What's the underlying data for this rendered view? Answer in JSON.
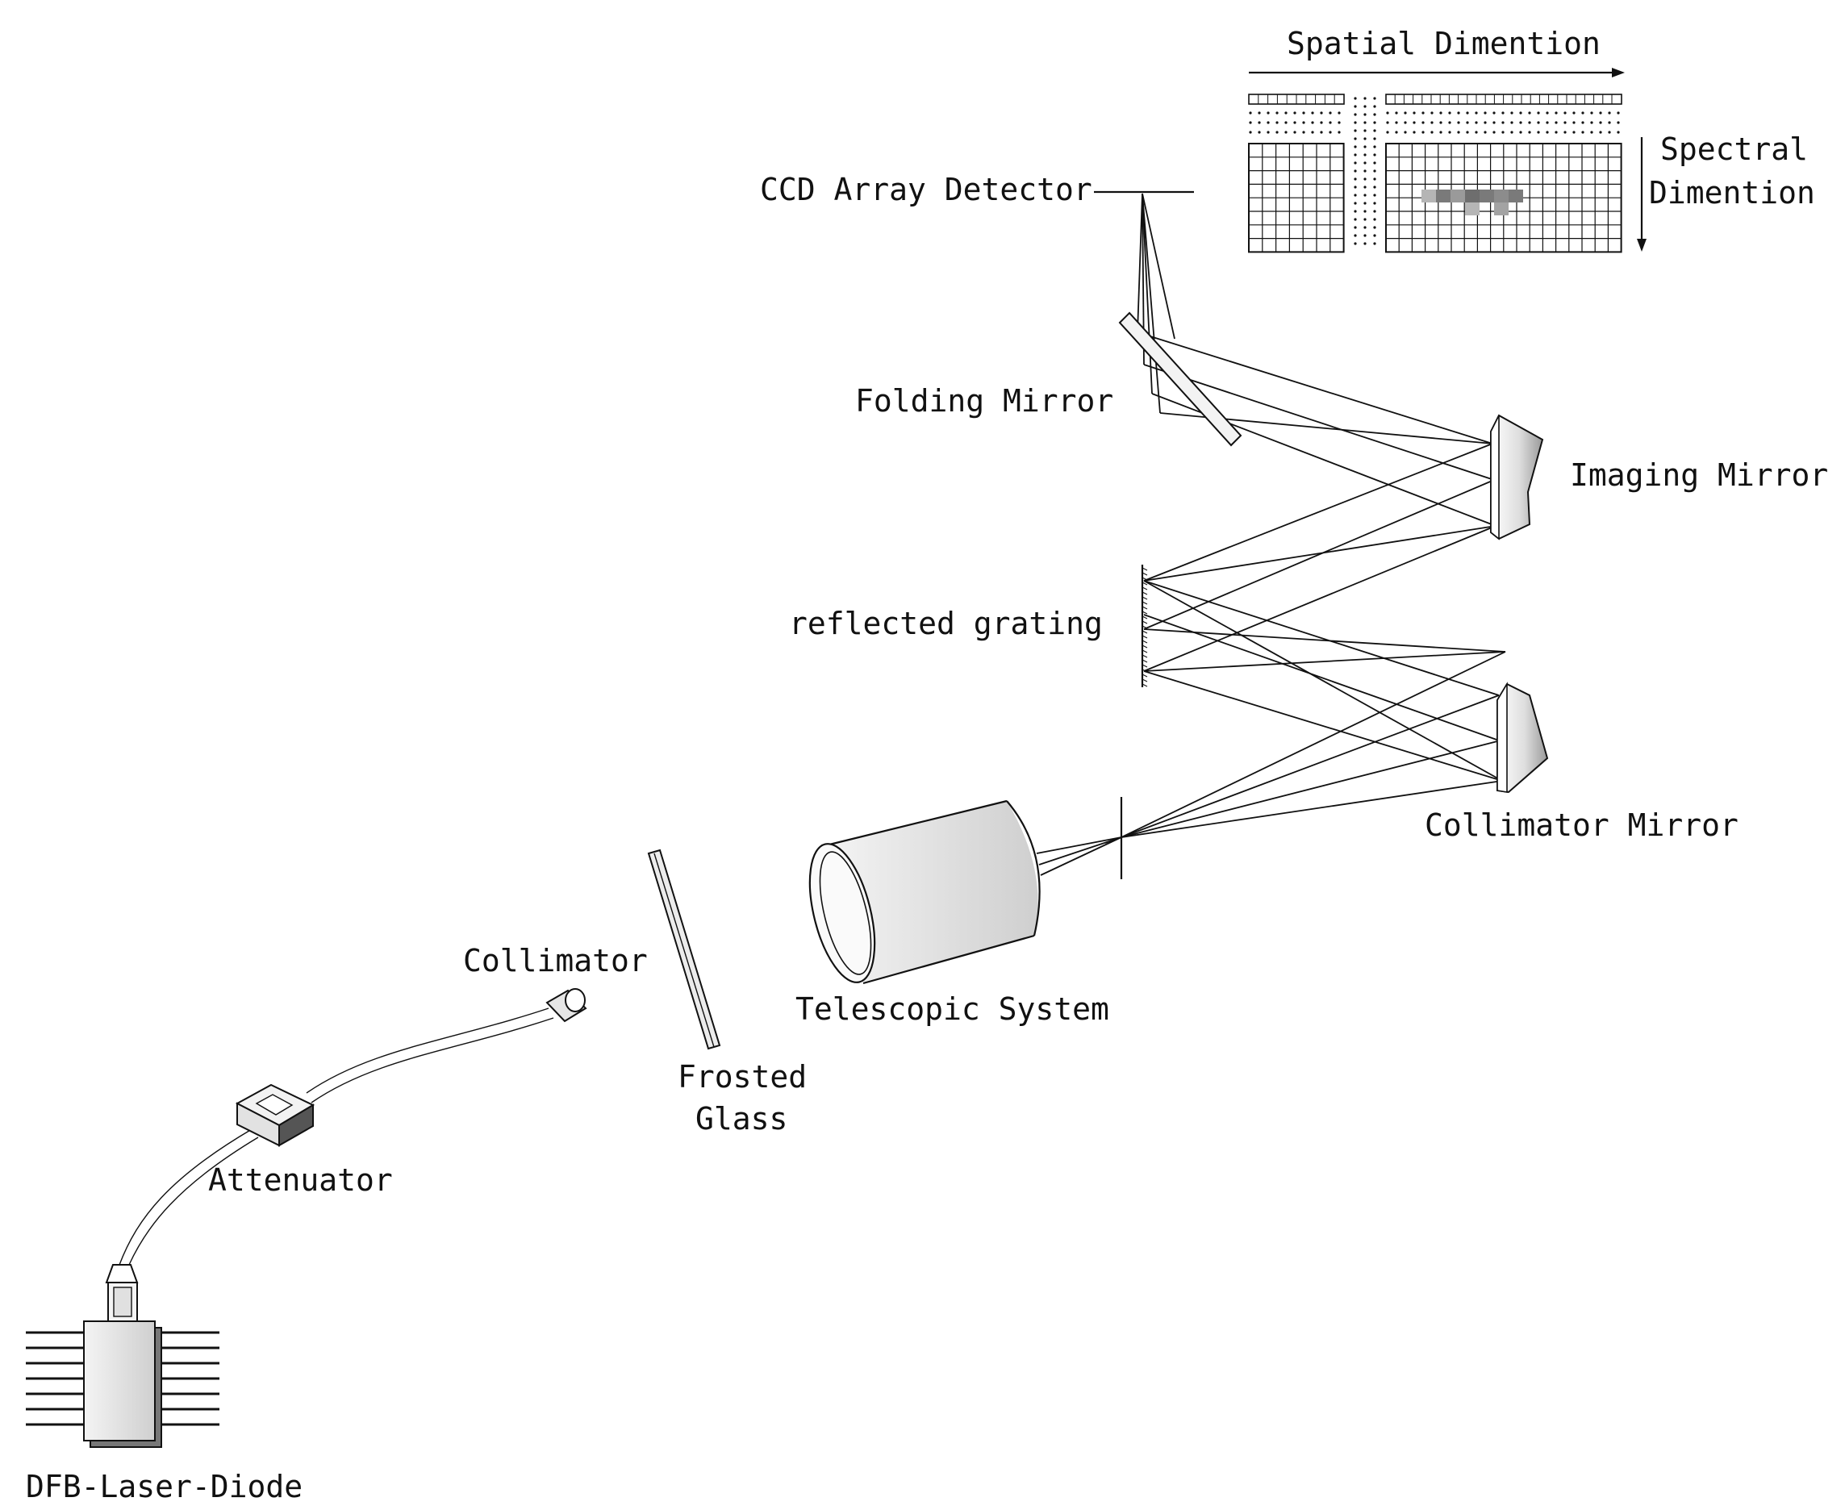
{
  "labels": {
    "ccd": "CCD Array Detector",
    "spatial": "Spatial Dimention",
    "spectral_1": "Spectral",
    "spectral_2": "Dimention",
    "folding": "Folding Mirror",
    "imaging": "Imaging Mirror",
    "grating": "reflected grating",
    "collimator_mirror": "Collimator Mirror",
    "telescopic": "Telescopic System",
    "collimator": "Collimator",
    "frosted_1": "Frosted",
    "frosted_2": "Glass",
    "attenuator": "Attenuator",
    "laser": "DFB-Laser-Diode"
  },
  "colors": {
    "line": "#111111",
    "component_fill": "#d9d9d9",
    "component_shadow": "#8a8a8a",
    "spectrum_dark": "#7a7a7a",
    "spectrum_light": "#b5b5b5"
  }
}
